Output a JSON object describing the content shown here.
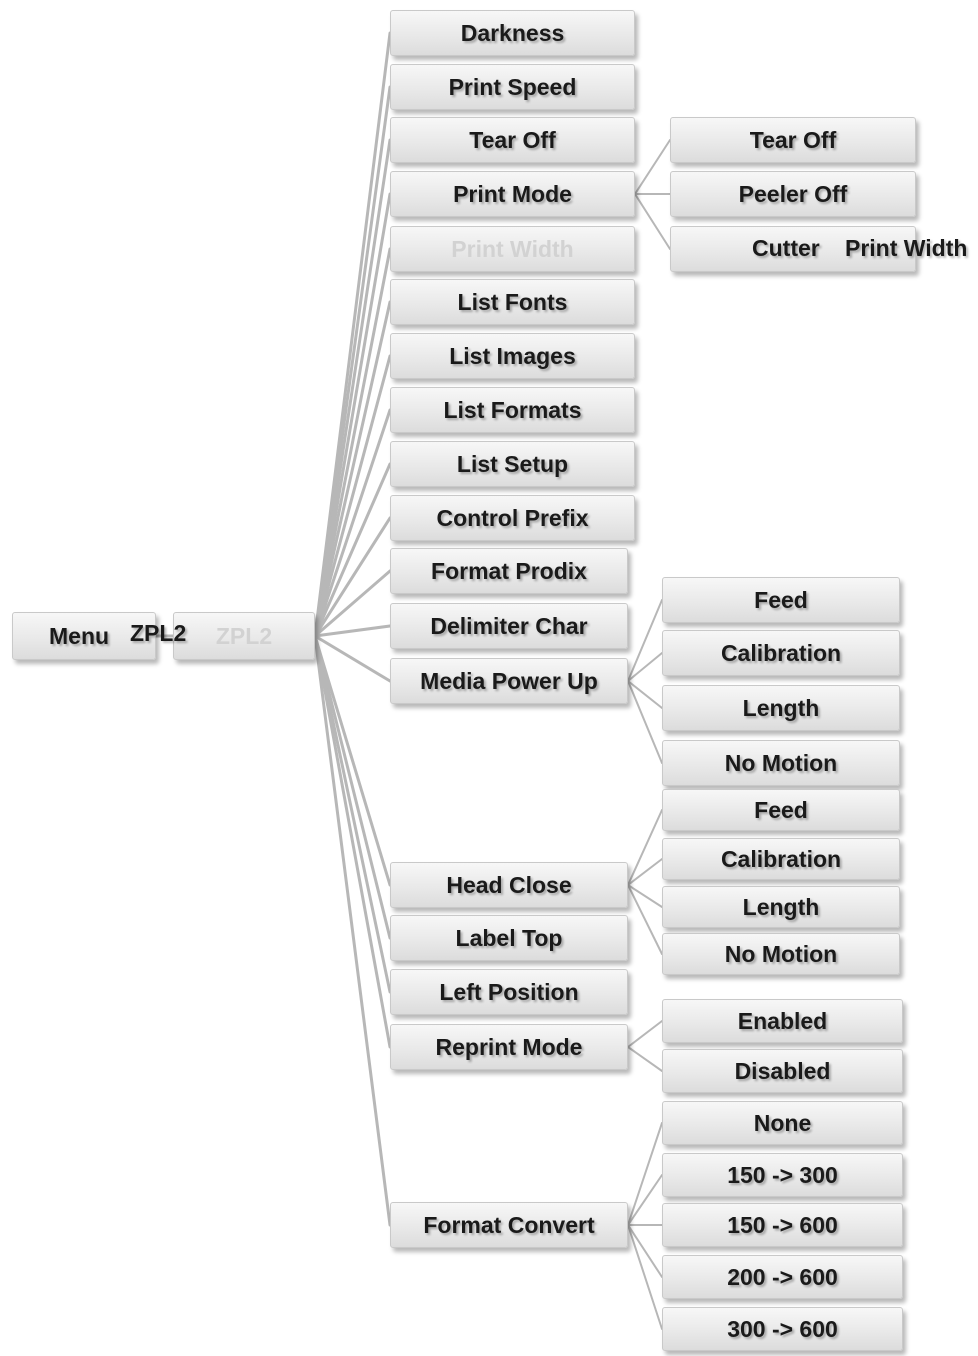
{
  "root": {
    "menu": "Menu",
    "mode": "ZPL2",
    "mode_box": "ZPL2"
  },
  "items": [
    {
      "label": "Darkness"
    },
    {
      "label": "Print Speed"
    },
    {
      "label": "Tear Off"
    },
    {
      "label": "Print Mode",
      "children": [
        "Tear Off",
        "Peeler Off",
        "Cutter"
      ],
      "child_suffix": "Print Width"
    },
    {
      "label": "Print Width",
      "faded": true
    },
    {
      "label": "List Fonts"
    },
    {
      "label": "List Images"
    },
    {
      "label": "List Formats"
    },
    {
      "label": "List Setup"
    },
    {
      "label": "Control Prefix"
    },
    {
      "label": "Format Prodix"
    },
    {
      "label": "Delimiter Char"
    },
    {
      "label": "Media Power Up",
      "children": [
        "Feed",
        "Calibration",
        "Length",
        "No Motion"
      ]
    },
    {
      "label": "Head Close",
      "children": [
        "Feed",
        "Calibration",
        "Length",
        "No Motion"
      ]
    },
    {
      "label": "Label Top"
    },
    {
      "label": "Left Position"
    },
    {
      "label": "Reprint Mode",
      "children": [
        "Enabled",
        "Disabled"
      ]
    },
    {
      "label": "Format Convert",
      "children": [
        "None",
        "150 -> 300",
        "150 -> 600",
        "200 -> 600",
        "300 -> 600"
      ]
    }
  ]
}
